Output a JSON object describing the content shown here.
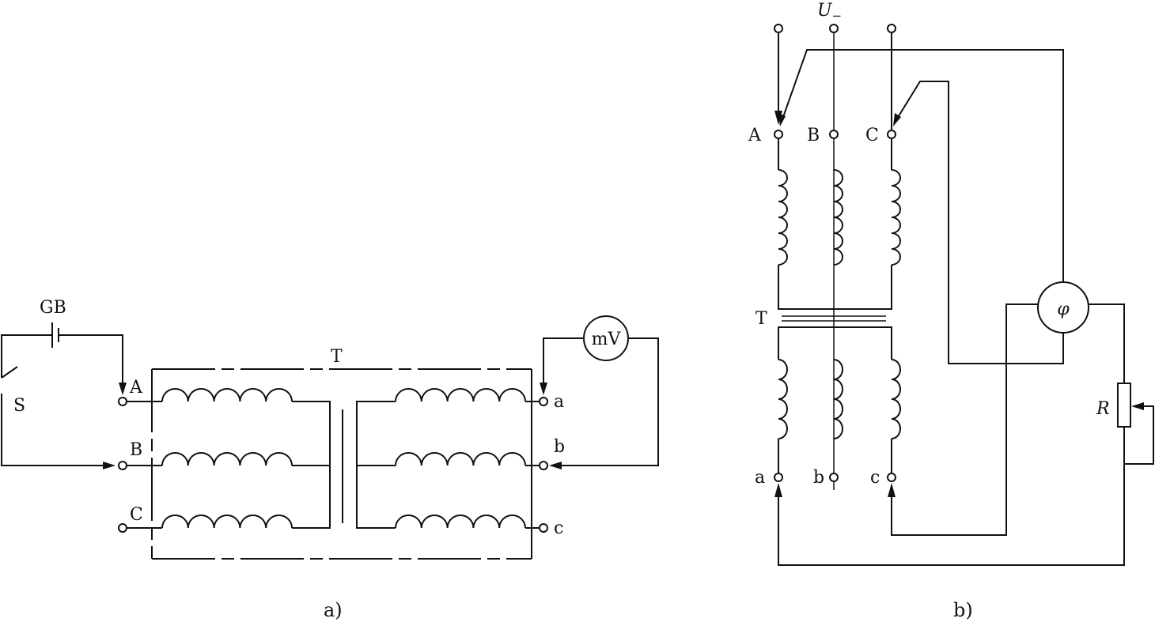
{
  "diagram_a": {
    "battery_label": "GB",
    "switch_label": "S",
    "transformer_label": "T",
    "meter_label": "mV",
    "primary_labels": [
      "A",
      "B",
      "C"
    ],
    "secondary_labels": [
      "a",
      "b",
      "c"
    ],
    "caption": "a)"
  },
  "diagram_b": {
    "supply_label": "U",
    "supply_subscript": "−",
    "primary_labels": [
      "A",
      "B",
      "C"
    ],
    "transformer_label": "T",
    "secondary_labels": [
      "a",
      "b",
      "c"
    ],
    "meter_label": "φ",
    "resistor_label": "R",
    "caption": "b)"
  }
}
